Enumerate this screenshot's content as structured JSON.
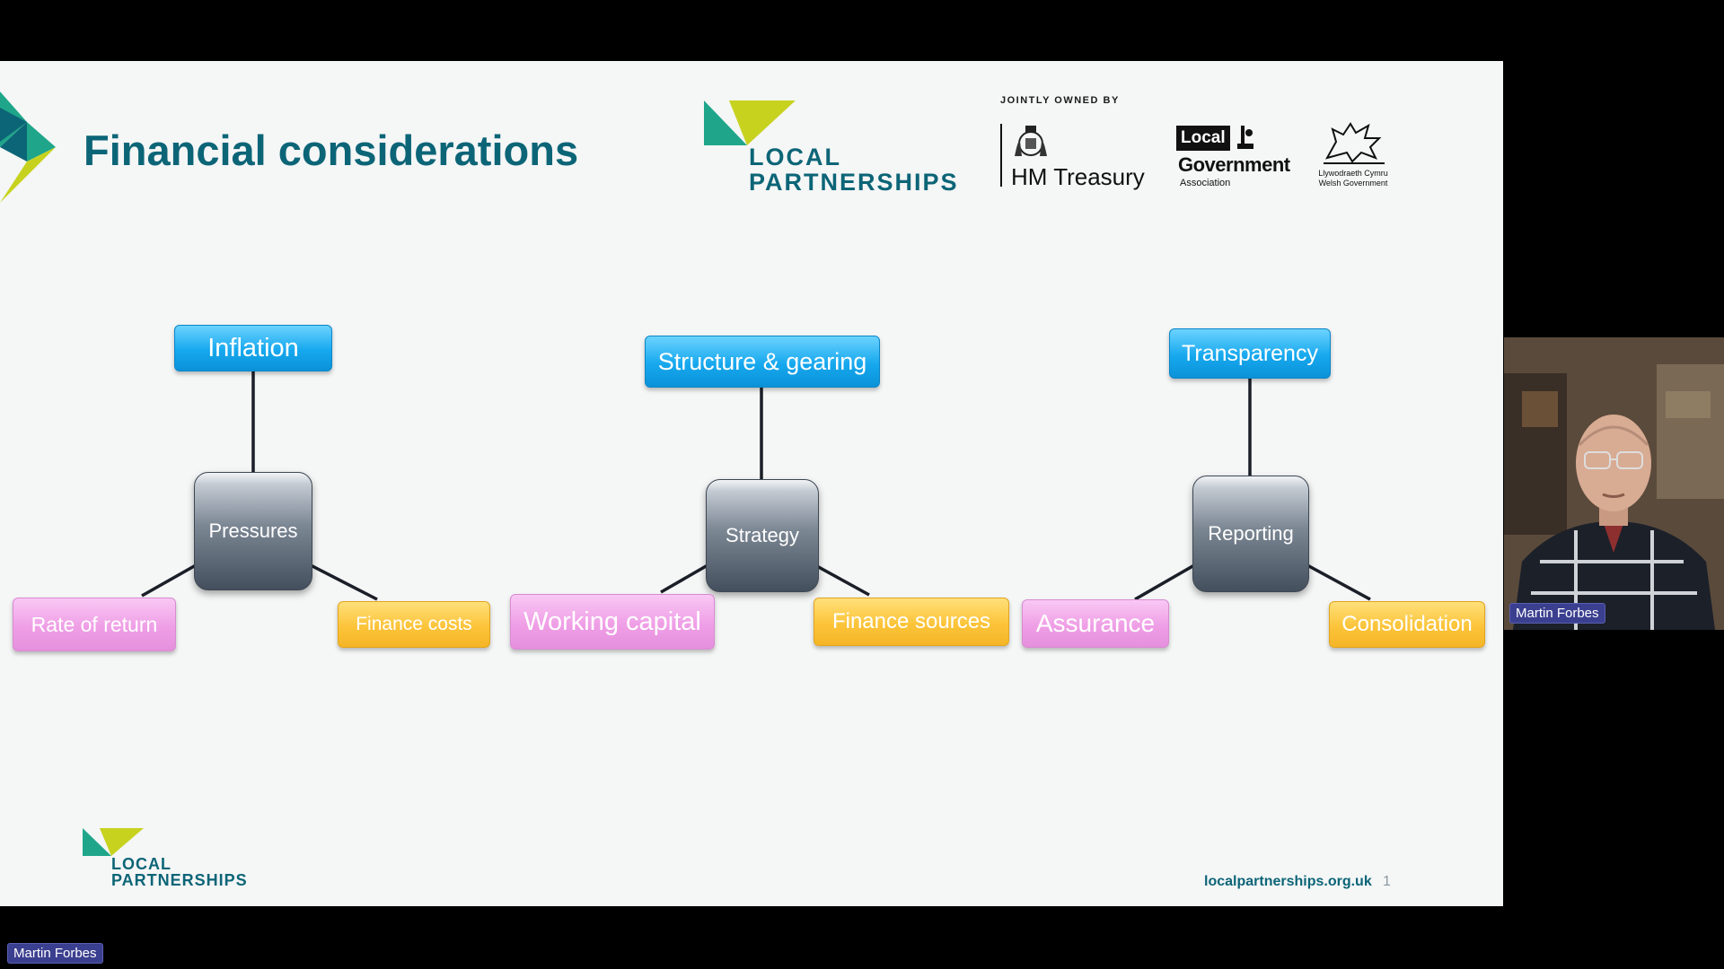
{
  "slide": {
    "title": "Financial considerations",
    "logo_top": {
      "line1": "LOCAL",
      "line2": "PARTNERSHIPS"
    },
    "jointly_owned": "JOINTLY OWNED BY",
    "hm_treasury": "HM Treasury",
    "lga": {
      "local": "Local",
      "government": "Government",
      "association": "Association"
    },
    "welsh_gov": {
      "line1": "Llywodraeth Cymru",
      "line2": "Welsh Government"
    },
    "diagram": {
      "groups": [
        {
          "hub": "Pressures",
          "top": "Inflation",
          "left": "Rate of return",
          "right": "Finance costs"
        },
        {
          "hub": "Strategy",
          "top": "Structure & gearing",
          "left": "Working capital",
          "right": "Finance sources"
        },
        {
          "hub": "Reporting",
          "top": "Transparency",
          "left": "Assurance",
          "right": "Consolidation"
        }
      ]
    },
    "logo_bottom": {
      "line1": "LOCAL",
      "line2": "PARTNERSHIPS"
    },
    "footer_url": "localpartnerships.org.uk",
    "page_number": "1"
  },
  "video": {
    "participant_name": "Martin Forbes",
    "speaker_name": "Martin Forbes"
  },
  "colors": {
    "brand_teal": "#0c6577",
    "brand_green": "#1fa68a",
    "brand_lime": "#c7d21f",
    "box_blue": "#16a8ee",
    "box_pink": "#ef9fe6",
    "box_yellow": "#fcc43a"
  }
}
